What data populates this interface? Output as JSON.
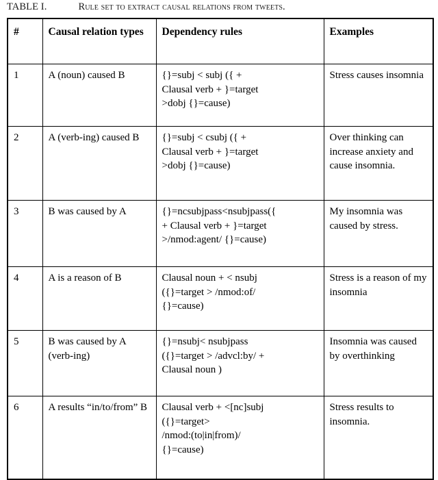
{
  "caption": {
    "label": "TABLE I.",
    "text": "Rule set to extract causal relations from tweets."
  },
  "table": {
    "headers": {
      "num": "#",
      "type": "Causal relation types",
      "rule": "Dependency rules",
      "example": "Examples"
    },
    "rows": [
      {
        "num": "1",
        "type": "A (noun) caused B",
        "rule": "{}=subj < subj ({  +\nClausal verb + }=target\n>dobj {}=cause)",
        "example": "Stress causes insomnia"
      },
      {
        "num": "2",
        "type": "A (verb-ing) caused B",
        "rule": "{}=subj < csubj ({ +\nClausal verb + }=target\n>dobj {}=cause)",
        "example": "Over thinking can increase anxiety and cause insomnia."
      },
      {
        "num": "3",
        "type": "B was caused by A",
        "rule": "{}=ncsubjpass<nsubjpass({\n+  Clausal  verb  +  }=target\n>/nmod:agent/ {}=cause)",
        "example": "My insomnia was caused by stress."
      },
      {
        "num": "4",
        "type": "A is a reason of B",
        "rule": "Clausal noun + < nsubj\n({}=target > /nmod:of/\n{}=cause)",
        "example": "Stress is a reason of my insomnia"
      },
      {
        "num": "5",
        "type": "B was caused by A (verb-ing)",
        "rule": "{}=nsubj< nsubjpass\n({}=target > /advcl:by/ +\nClausal noun )",
        "example": "Insomnia was caused by overthinking"
      },
      {
        "num": "6",
        "type": "A results “in/to/from” B",
        "rule": "Clausal  verb  +  <[nc]subj\n({}=target>\n/nmod:(to|in|from)/\n{}=cause)",
        "example": "Stress results to insomnia."
      }
    ]
  }
}
